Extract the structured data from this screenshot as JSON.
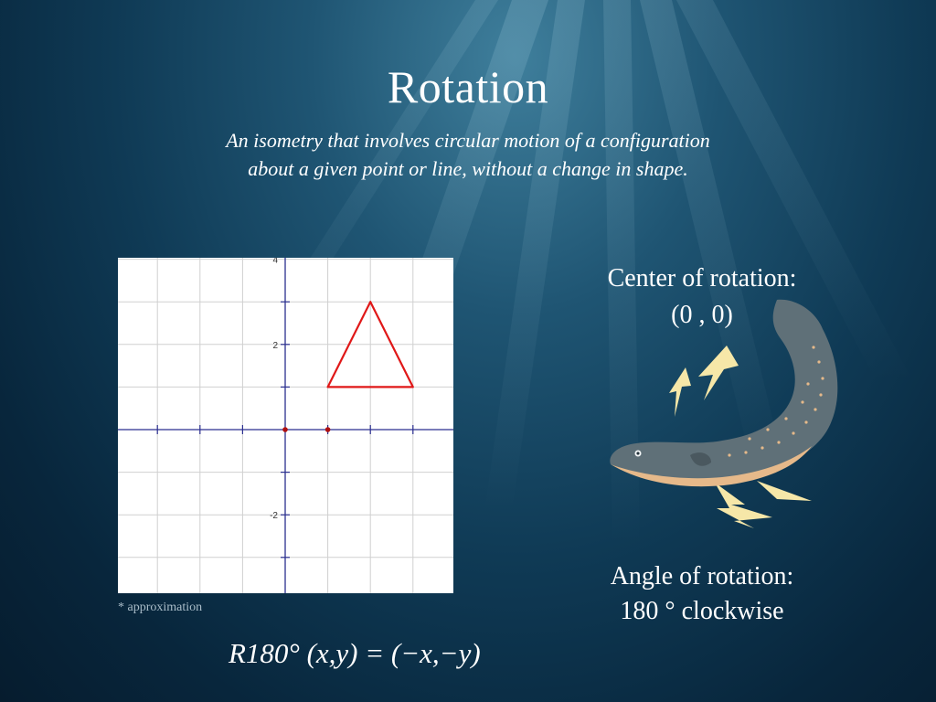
{
  "slide": {
    "title": "Rotation",
    "subtitle": "An isometry that involves circular motion of a configuration about a given point or line, without a change in shape.",
    "center_label_line1": "Center of rotation:",
    "center_label_line2": "(0 , 0)",
    "angle_label_line1": "Angle of rotation:",
    "angle_label_line2": "180 ° clockwise",
    "formula": "R180° (x,y) = (−x,−y)",
    "footnote": "* approximation"
  },
  "graph": {
    "x_range": [
      -4,
      4
    ],
    "y_range": [
      -4,
      4
    ],
    "tick_labels": [
      "4",
      "2",
      "-2"
    ],
    "axis_color": "#2b2f8f",
    "grid_color": "#d0d0d0",
    "triangle": [
      [
        1,
        1
      ],
      [
        3,
        1
      ],
      [
        2,
        3
      ]
    ],
    "triangle_color": "#e01818",
    "points": [
      [
        0,
        0
      ],
      [
        1,
        0
      ]
    ],
    "point_color": "#b01010"
  },
  "icons": {
    "eel": "electric-eel-icon",
    "lightning": "lightning-bolt-icon"
  }
}
